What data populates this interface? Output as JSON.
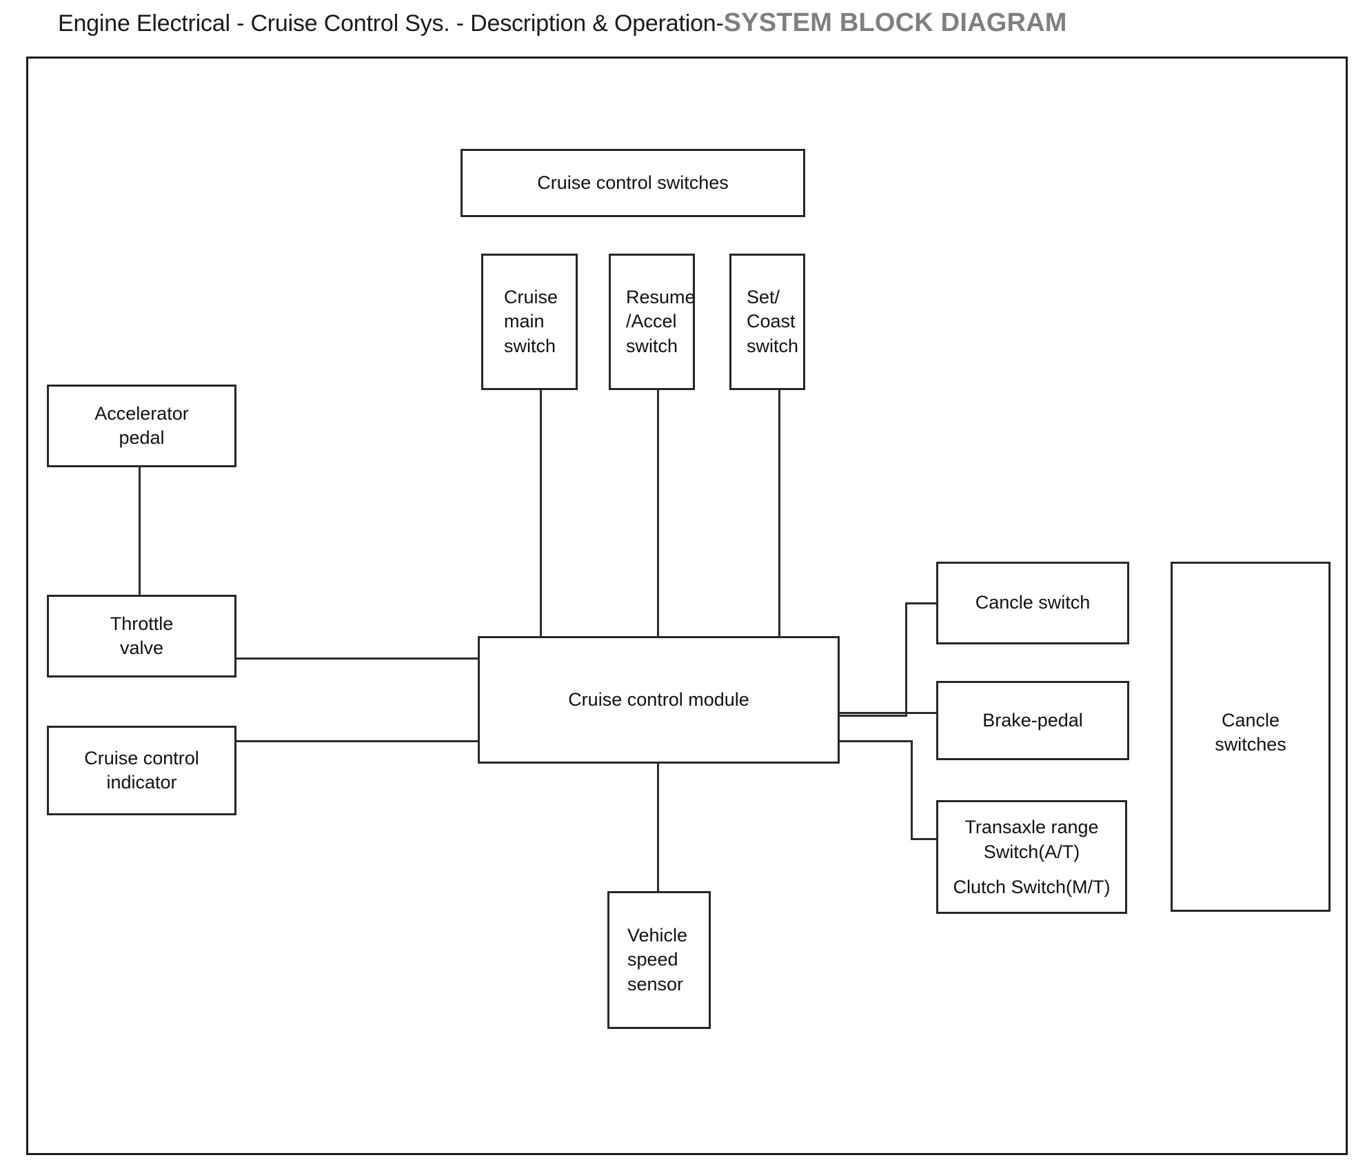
{
  "title": {
    "breadcrumb": "Engine Electrical - Cruise Control Sys. - Description & Operation-",
    "emphasis": "SYSTEM BLOCK DIAGRAM",
    "emphasis_color": "#7f7f7f",
    "text_color": "#1a1a1a"
  },
  "diagram": {
    "type": "block-diagram",
    "line_color": "#2b2b2b",
    "box_border_color": "#262626",
    "background": "#ffffff",
    "blocks": {
      "cruise_control_switches": {
        "label": "Cruise control switches"
      },
      "cruise_main_switch": {
        "line1": "Cruise",
        "line2": "main",
        "line3": "switch"
      },
      "resume_accel_switch": {
        "line1": "Resume",
        "line2": "/Accel",
        "line3": "switch"
      },
      "set_coast_switch": {
        "line1": "Set/",
        "line2": "Coast",
        "line3": "switch"
      },
      "accelerator_pedal": {
        "line1": "Accelerator",
        "line2": "pedal"
      },
      "throttle_valve": {
        "line1": "Throttle",
        "line2": "valve"
      },
      "cruise_control_indicator": {
        "line1": "Cruise control",
        "line2": "indicator"
      },
      "cruise_control_module": {
        "label": "Cruise control module"
      },
      "cancle_switch": {
        "label": "Cancle switch"
      },
      "brake_pedal": {
        "label": "Brake-pedal"
      },
      "transaxle_range_switch": {
        "line1": "Transaxle range",
        "line2": "Switch(A/T)",
        "line3": "Clutch Switch(M/T)"
      },
      "cancle_switches_group": {
        "line1": "Cancle",
        "line2": "switches"
      },
      "vehicle_speed_sensor": {
        "line1": "Vehicle",
        "line2": "speed",
        "line3": "sensor"
      }
    },
    "connections": [
      {
        "from": "cruise_main_switch",
        "to": "cruise_control_module",
        "style": "straight-vertical"
      },
      {
        "from": "resume_accel_switch",
        "to": "cruise_control_module",
        "style": "straight-vertical"
      },
      {
        "from": "set_coast_switch",
        "to": "cruise_control_module",
        "style": "straight-vertical"
      },
      {
        "from": "accelerator_pedal",
        "to": "throttle_valve",
        "style": "straight-vertical"
      },
      {
        "from": "throttle_valve",
        "to": "cruise_control_module",
        "style": "straight-horizontal"
      },
      {
        "from": "cruise_control_indicator",
        "to": "cruise_control_module",
        "style": "straight-horizontal"
      },
      {
        "from": "cruise_control_module",
        "to": "cancle_switch",
        "style": "step-up"
      },
      {
        "from": "cruise_control_module",
        "to": "brake_pedal",
        "style": "straight-horizontal"
      },
      {
        "from": "cruise_control_module",
        "to": "transaxle_range_switch",
        "style": "step-down"
      },
      {
        "from": "cruise_control_module",
        "to": "vehicle_speed_sensor",
        "style": "straight-vertical"
      }
    ]
  }
}
